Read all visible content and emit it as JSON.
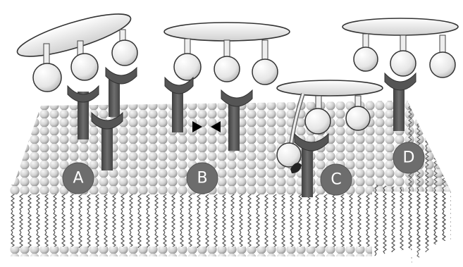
{
  "panels": [
    {
      "id": "A",
      "label": "A"
    },
    {
      "id": "B",
      "label": "B"
    },
    {
      "id": "C",
      "label": "C"
    },
    {
      "id": "D",
      "label": "D"
    }
  ],
  "colors": {
    "background": "#ffffff",
    "lipid_head": "#c9c9c9",
    "lipid_head_highlight": "#f2f2f2",
    "tail": "#666666",
    "plate": "#e3e3e3",
    "ligand": "#eeeeee",
    "receptor": "#5c5c5c",
    "badge": "#6d6d6d",
    "arrow": "#000000"
  },
  "icons": {
    "convergence": "inward-arrows-icon"
  }
}
